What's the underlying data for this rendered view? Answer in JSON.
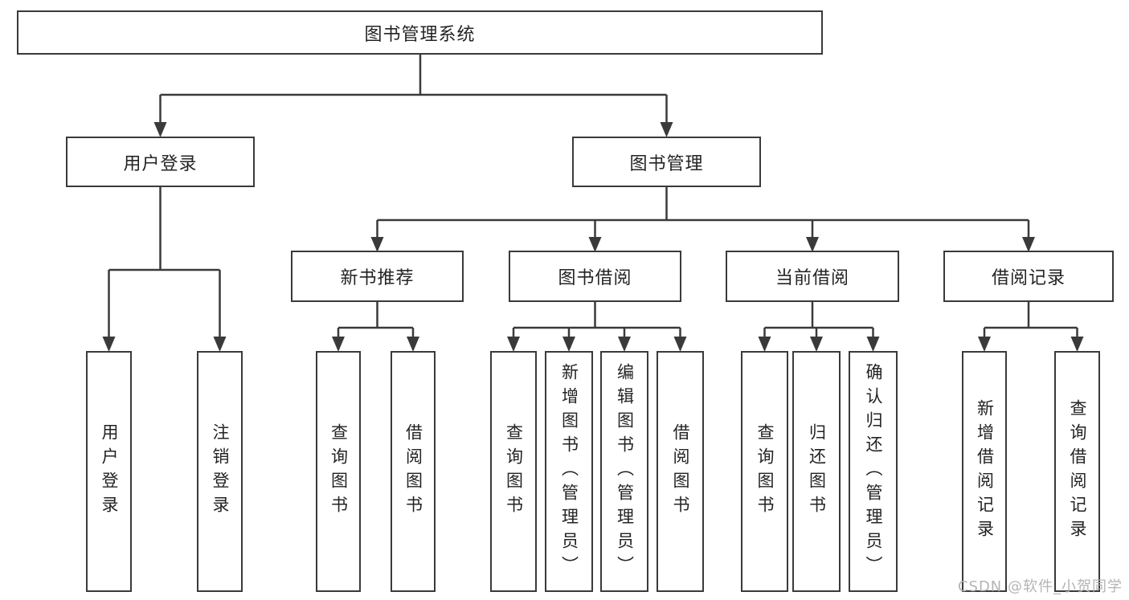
{
  "colors": {
    "line": "#3a3a3a",
    "border": "#3a3a3a",
    "text": "#232323",
    "background": "#ffffff",
    "watermark": "#b0b0b0"
  },
  "root": {
    "label": "图书管理系统"
  },
  "level2": [
    {
      "label": "用户登录"
    },
    {
      "label": "图书管理"
    }
  ],
  "level3": [
    {
      "label": "新书推荐",
      "parent": "图书管理"
    },
    {
      "label": "图书借阅",
      "parent": "图书管理"
    },
    {
      "label": "当前借阅",
      "parent": "图书管理"
    },
    {
      "label": "借阅记录",
      "parent": "图书管理"
    }
  ],
  "leaves": [
    {
      "label": "用户登录",
      "parent": "用户登录"
    },
    {
      "label": "注销登录",
      "parent": "用户登录"
    },
    {
      "label": "查询图书",
      "parent": "新书推荐"
    },
    {
      "label": "借阅图书",
      "parent": "新书推荐"
    },
    {
      "label": "查询图书",
      "parent": "图书借阅"
    },
    {
      "label": "新增图书（管理员）",
      "parent": "图书借阅"
    },
    {
      "label": "编辑图书（管理员）",
      "parent": "图书借阅"
    },
    {
      "label": "借阅图书",
      "parent": "图书借阅"
    },
    {
      "label": "查询图书",
      "parent": "当前借阅"
    },
    {
      "label": "归还图书",
      "parent": "当前借阅"
    },
    {
      "label": "确认归还（管理员）",
      "parent": "当前借阅"
    },
    {
      "label": "新增借阅记录",
      "parent": "借阅记录"
    },
    {
      "label": "查询借阅记录",
      "parent": "借阅记录"
    }
  ],
  "watermark": "CSDN @软件_小贺同学"
}
